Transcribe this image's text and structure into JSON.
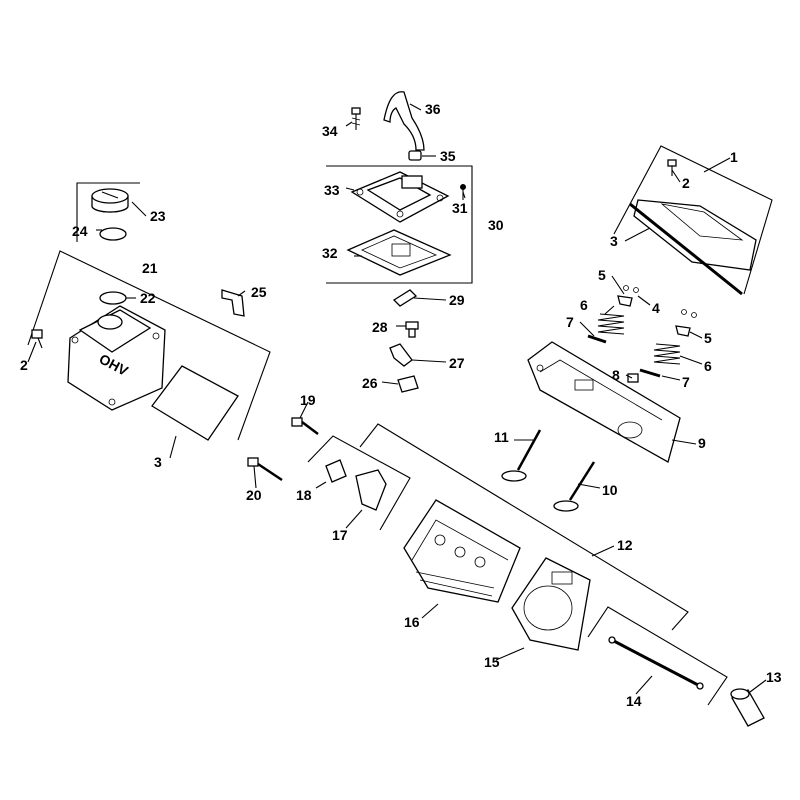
{
  "labels": {
    "p1": "1",
    "p2a": "2",
    "p2b": "2",
    "p3a": "3",
    "p3b": "3",
    "p4": "4",
    "p5a": "5",
    "p5b": "5",
    "p6a": "6",
    "p6b": "6",
    "p7a": "7",
    "p7b": "7",
    "p8": "8",
    "p9": "9",
    "p10": "10",
    "p11": "11",
    "p12": "12",
    "p13": "13",
    "p14": "14",
    "p15": "15",
    "p16": "16",
    "p17": "17",
    "p18": "18",
    "p19": "19",
    "p20": "20",
    "p21": "21",
    "p22": "22",
    "p23": "23",
    "p24": "24",
    "p25": "25",
    "p26": "26",
    "p27": "27",
    "p28": "28",
    "p29": "29",
    "p30": "30",
    "p31": "31",
    "p32": "32",
    "p33": "33",
    "p34": "34",
    "p35": "35",
    "p36": "36"
  },
  "cover_lettering": "OHV"
}
